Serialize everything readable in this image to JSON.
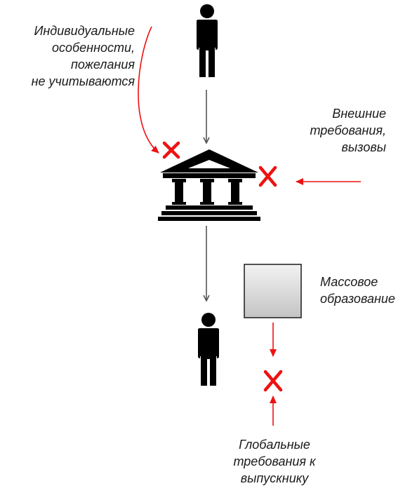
{
  "labels": {
    "individual": [
      "Индивидуальные",
      "особенности,",
      "пожелания",
      "не учитываются"
    ],
    "external": [
      "Внешние",
      "требования,",
      "вызовы"
    ],
    "mass_education": [
      "Массовое",
      "образование"
    ],
    "global": [
      "Глобальные",
      "требования к",
      "выпускнику"
    ]
  },
  "colors": {
    "red": "#ee1111",
    "arrow_gray": "#555555",
    "icon_black": "#000000",
    "box_fill_top": "#f2f2f2",
    "box_fill_bottom": "#c4c4c4"
  },
  "icons": [
    "person-icon",
    "institution-icon",
    "cross-icon",
    "box-icon"
  ]
}
